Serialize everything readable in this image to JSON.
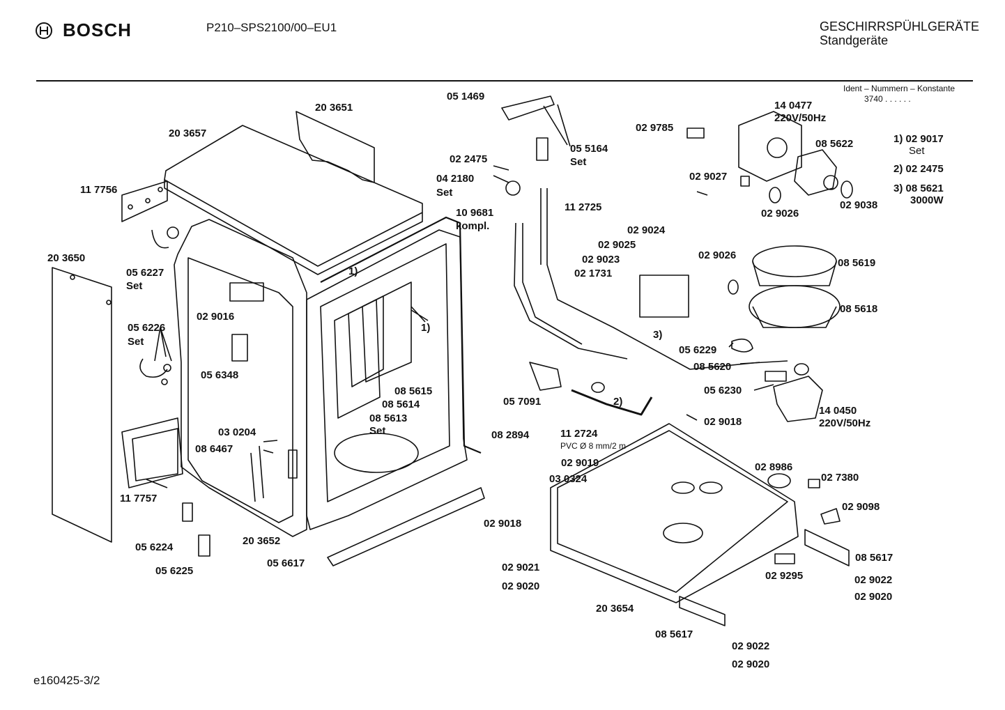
{
  "header": {
    "brand": "BOSCH",
    "model": "P210–SPS2100/00–EU1",
    "category_line1": "GESCHIRRSPÜHLGERÄTE",
    "category_line2": "Standgeräte",
    "ident_label": "Ident – Nummern – Konstante",
    "ident_value": "3740 . . . . . ."
  },
  "legend": [
    {
      "key": "1)",
      "part": "02 9017",
      "note": "Set"
    },
    {
      "key": "2)",
      "part": "02 2475",
      "note": ""
    },
    {
      "key": "3)",
      "part": "08 5621",
      "note": "3000W"
    }
  ],
  "labels": {
    "p203651": "20 3651",
    "p203657": "20 3657",
    "p117756": "11 7756",
    "p203650": "20 3650",
    "p056227": "05 6227",
    "set": "Set",
    "p056226": "05 6226",
    "p029016": "02 9016",
    "p056348": "05 6348",
    "p030204": "03 0204",
    "p086467": "08 6467",
    "p117757": "11 7757",
    "p056224": "05 6224",
    "p056225": "05 6225",
    "p203652": "20 3652",
    "p056617": "05 6617",
    "n1": "1)",
    "n2": "2)",
    "n3": "3)",
    "p085615": "08 5615",
    "p085614": "08 5614",
    "p085613": "08 5613",
    "p082894": "08 2894",
    "p051469": "05 1469",
    "p022475": "02 2475",
    "p042180": "04 2180",
    "p055164": "05 5164",
    "p109681": "10 9681",
    "kompl": "kompl.",
    "p112725": "11 2725",
    "p057091": "05 7091",
    "p112724": "11 2724",
    "pvc": "PVC  Ø 8 mm/2 m",
    "p140477": "14 0477",
    "v220": "220V/50Hz",
    "p029785": "02 9785",
    "p085622": "08 5622",
    "p029027": "02 9027",
    "p029026": "02 9026",
    "p029038": "02 9038",
    "p029024": "02 9024",
    "p029025": "02 9025",
    "p029023": "02 9023",
    "p021731": "02 1731",
    "p085619": "08 5619",
    "p085618": "08 5618",
    "p056229": "05 6229",
    "p085620": "08 5620",
    "p056230": "05 6230",
    "p140450": "14 0450",
    "p029018": "02 9018",
    "p029019": "02 9019",
    "p030324": "03 0324",
    "p028986": "02 8986",
    "p027380": "02 7380",
    "p029098": "02 9098",
    "p085617": "08 5617",
    "p029295": "02 9295",
    "p029022": "02 9022",
    "p029020": "02 9020",
    "p029021": "02 9021",
    "p203654": "20 3654"
  },
  "footer": "e160425-3/2"
}
